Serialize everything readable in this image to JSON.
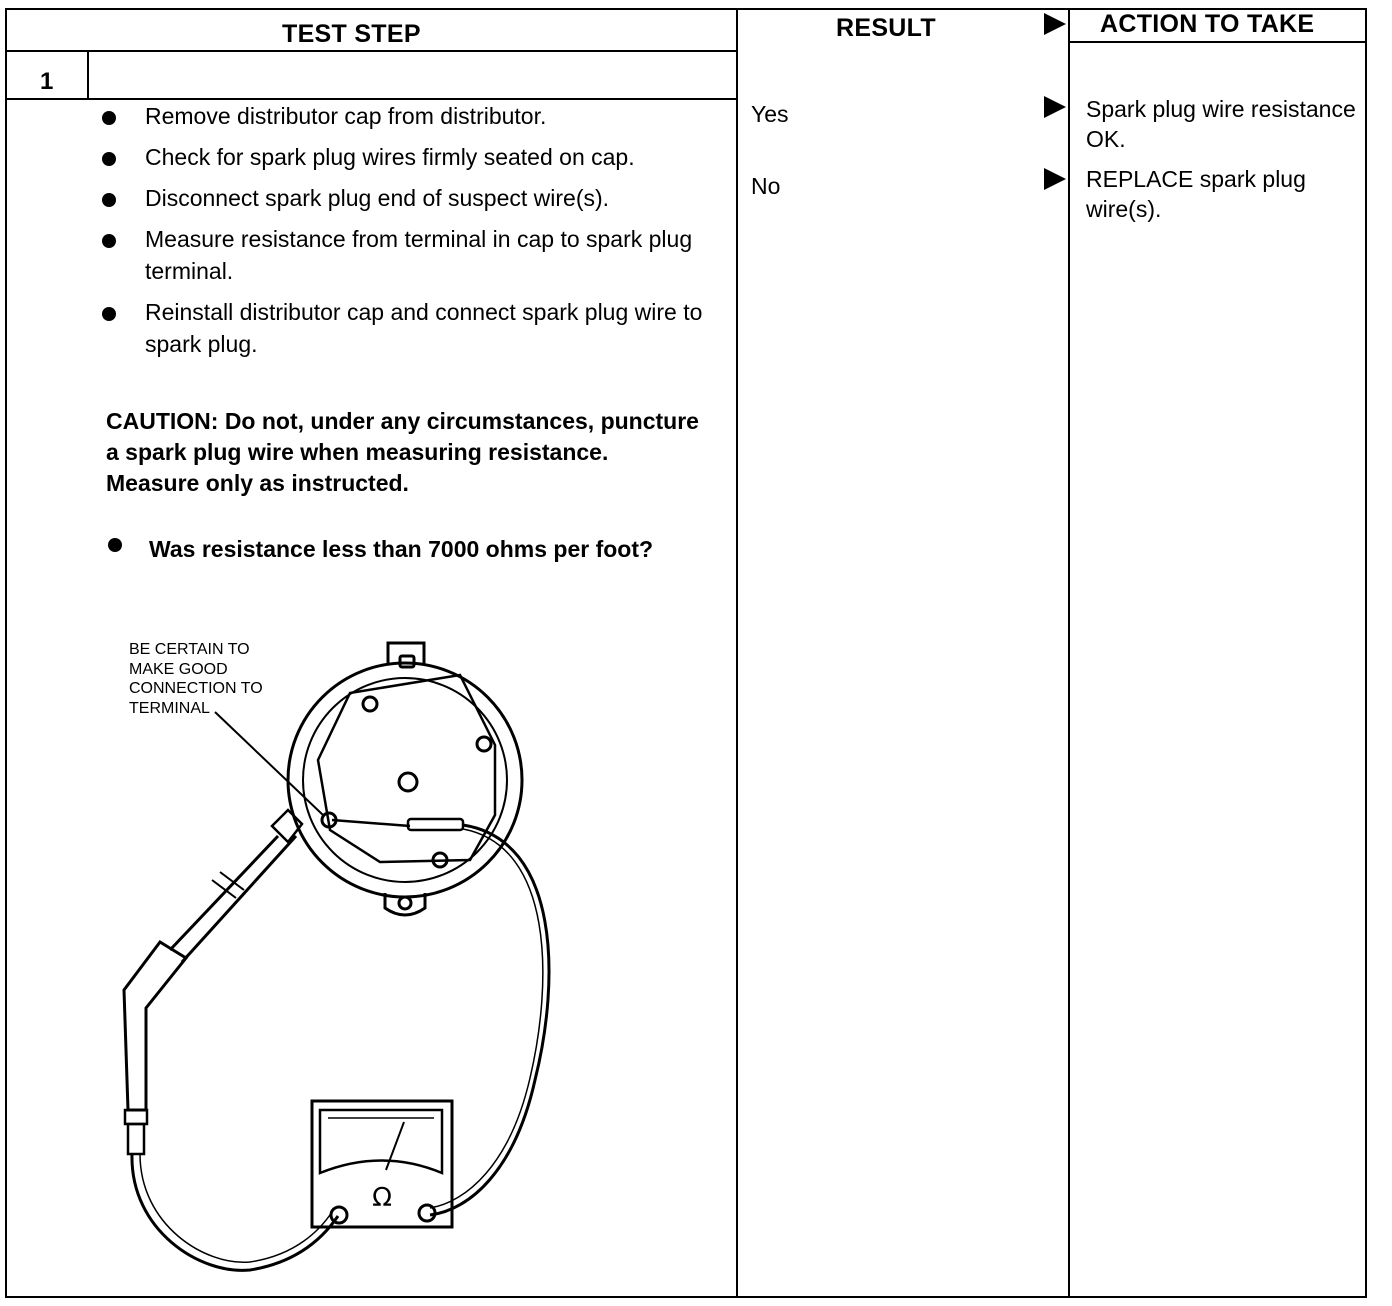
{
  "table": {
    "headers": {
      "test_step": "TEST STEP",
      "result": "RESULT",
      "action": "ACTION TO TAKE"
    },
    "step_number": "1",
    "steps": [
      "Remove distributor cap from distributor.",
      "Check for spark plug wires firmly seated on cap.",
      "Disconnect spark plug end of suspect wire(s).",
      "Measure resistance from terminal in cap to spark plug terminal.",
      "Reinstall distributor cap and connect spark plug wire to spark plug."
    ],
    "caution": "CAUTION: Do not, under any circumstances, puncture a spark plug wire when measuring resistance. Measure only as instructed.",
    "question": "Was resistance less than 7000 ohms per foot?",
    "results": [
      {
        "result": "Yes",
        "action": "Spark plug wire resistance OK."
      },
      {
        "result": "No",
        "action": "REPLACE spark plug wire(s)."
      }
    ]
  },
  "illustration": {
    "callout": "BE CERTAIN TO MAKE GOOD CONNECTION TO TERMINAL",
    "meter_symbol": "Ω"
  }
}
